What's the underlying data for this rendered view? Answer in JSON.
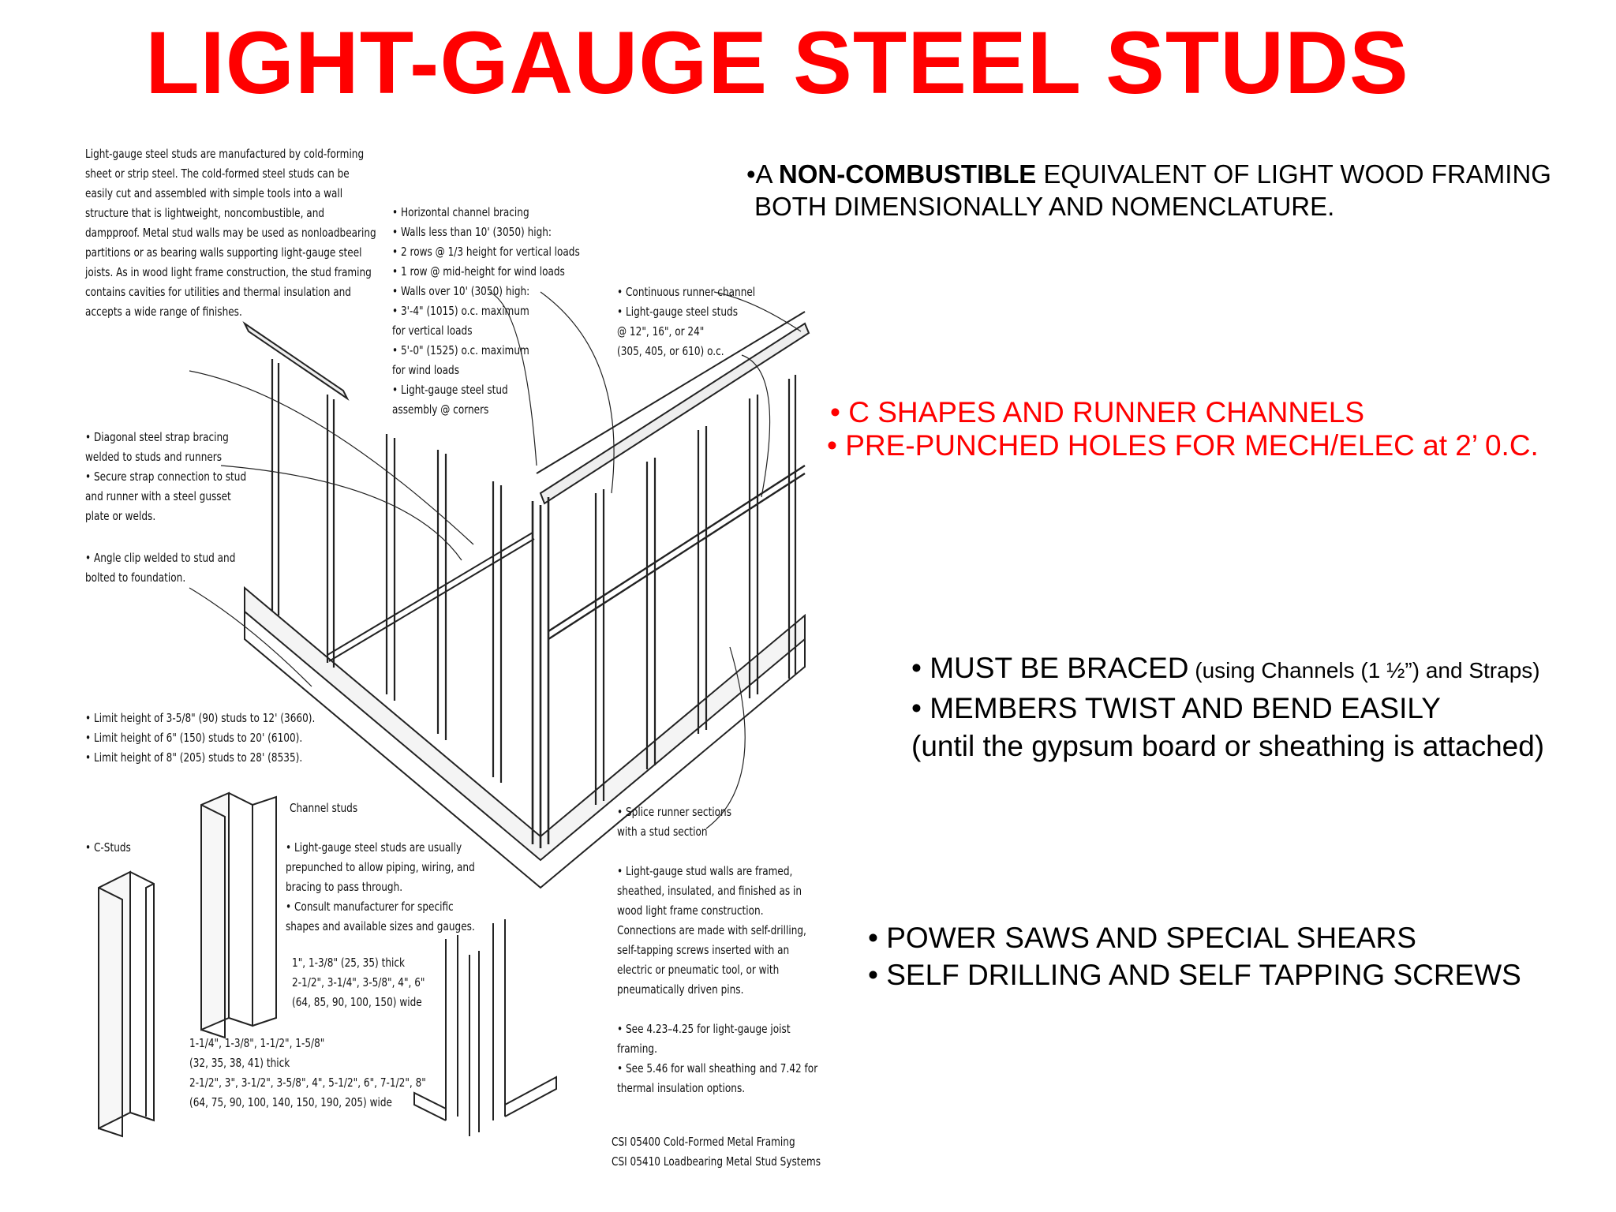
{
  "title": "LIGHT-GAUGE STEEL STUDS",
  "bullets": {
    "intro": {
      "prefix": "•A  ",
      "bold": "NON-COMBUSTIBLE",
      "rest": " EQUIVALENT OF LIGHT WOOD FRAMING",
      "line2": "BOTH DIMENSIONALLY AND NOMENCLATURE."
    },
    "red": [
      "• C SHAPES AND RUNNER CHANNELS",
      "• PRE-PUNCHED HOLES FOR MECH/ELEC at 2’ 0.C."
    ],
    "braced": {
      "main": "• MUST BE BRACED",
      "small": "  (using Channels  (1 ½”) and Straps)",
      "line2": "• MEMBERS TWIST AND BEND EASILY",
      "line3": "(until the gypsum board or sheathing is attached)"
    },
    "tools": [
      "• POWER SAWS AND SPECIAL SHEARS",
      "• SELF DRILLING AND SELF TAPPING SCREWS"
    ]
  },
  "diagram": {
    "intro": [
      "Light-gauge steel studs are manufactured by cold-forming",
      "sheet or strip steel. The cold-formed steel studs can be",
      "easily cut and assembled with simple tools into a wall",
      "structure that is lightweight, noncombustible, and",
      "dampproof. Metal stud walls may be used as nonloadbearing",
      "partitions or as bearing walls supporting light-gauge steel",
      "joists. As in wood light frame construction, the stud framing",
      "contains cavities for utilities and thermal insulation and",
      "accepts a wide range of finishes."
    ],
    "bracing": [
      "• Horizontal channel bracing",
      "• Walls less than 10' (3050) high:",
      "   • 2 rows @ 1/3 height for vertical loads",
      "   • 1 row @ mid-height for wind loads",
      "• Walls over 10' (3050) high:",
      "   • 3'-4\" (1015) o.c. maximum",
      "     for vertical loads",
      "   • 5'-0\" (1525) o.c. maximum",
      "     for wind loads",
      "• Light-gauge steel stud",
      "   assembly @ corners"
    ],
    "runner": [
      "• Continuous runner channel",
      "• Light-gauge steel studs",
      "   @ 12\", 16\", or 24\"",
      "   (305, 405, or 610) o.c."
    ],
    "diagonal": [
      "• Diagonal steel strap bracing",
      "   welded to studs and runners",
      "• Secure strap connection to stud",
      "   and runner with a steel gusset",
      "   plate or welds."
    ],
    "angle": [
      "• Angle clip welded to stud and",
      "   bolted to foundation."
    ],
    "limits": [
      "• Limit height of 3-5/8\" (90) studs to 12' (3660).",
      "• Limit height of 6\" (150) studs to 20' (6100).",
      "• Limit height of 8\" (205) studs to 28' (8535)."
    ],
    "channel_studs": "Channel studs",
    "cstuds": "• C-Studs",
    "prepunched": [
      "• Light-gauge steel studs are usually",
      "   prepunched to allow piping, wiring, and",
      "   bracing to pass through.",
      "• Consult manufacturer for specific",
      "   shapes and available sizes and gauges."
    ],
    "channel_dims": [
      "1\", 1-3/8\" (25, 35) thick",
      "2-1/2\", 3-1/4\", 3-5/8\", 4\", 6\"",
      "(64, 85, 90, 100, 150) wide"
    ],
    "c_dims": [
      "1-1/4\", 1-3/8\", 1-1/2\", 1-5/8\"",
      "(32, 35, 38, 41) thick",
      "2-1/2\", 3\", 3-1/2\", 3-5/8\", 4\", 5-1/2\", 6\", 7-1/2\", 8\"",
      "(64, 75, 90, 100, 140, 150, 190, 205) wide"
    ],
    "splice": [
      "• Splice runner sections",
      "   with a stud section"
    ],
    "framed": [
      "• Light-gauge stud walls are framed,",
      "   sheathed, insulated, and finished as in",
      "   wood light frame construction.",
      "   Connections are made with self-drilling,",
      "   self-tapping screws inserted with an",
      "   electric or pneumatic tool, or with",
      "   pneumatically driven pins.",
      "",
      "• See 4.23–4.25 for light-gauge joist",
      "   framing.",
      "• See 5.46 for wall sheathing and 7.42 for",
      "   thermal insulation options."
    ],
    "csi": [
      "CSI 05400 Cold-Formed Metal Framing",
      "CSI 05410 Loadbearing Metal Stud Systems"
    ]
  }
}
